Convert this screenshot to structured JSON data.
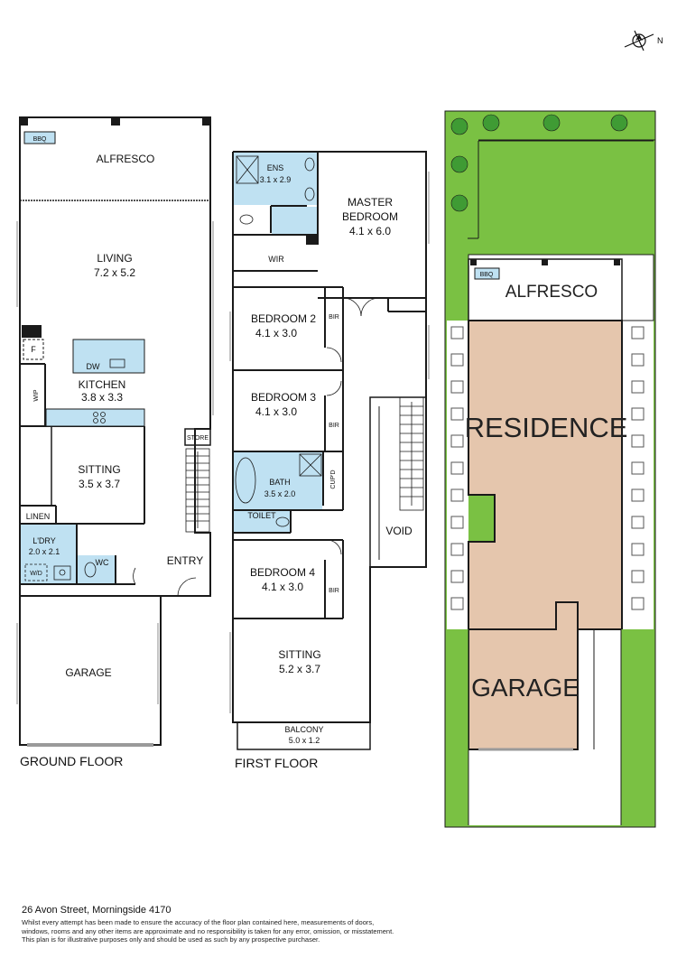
{
  "compass": {
    "label": "N",
    "icon": "north-arrow-icon"
  },
  "ground_floor": {
    "caption": "GROUND FLOOR",
    "bbq": "BBQ",
    "rooms": {
      "alfresco": {
        "name": "ALFRESCO"
      },
      "living": {
        "name": "LIVING",
        "dims": "7.2 x 5.2"
      },
      "fridge": {
        "name": "F"
      },
      "dishwasher": {
        "name": "DW"
      },
      "kitchen": {
        "name": "KITCHEN",
        "dims": "3.8 x 3.3"
      },
      "wip": {
        "name": "WIP"
      },
      "store": {
        "name": "STORE"
      },
      "sitting": {
        "name": "SITTING",
        "dims": "3.5 x 3.7"
      },
      "linen": {
        "name": "LINEN"
      },
      "laundry": {
        "name": "L'DRY",
        "dims": "2.0 x 2.1"
      },
      "washer_dryer": {
        "name": "W/D"
      },
      "wc": {
        "name": "WC"
      },
      "entry": {
        "name": "ENTRY"
      },
      "garage": {
        "name": "GARAGE"
      }
    }
  },
  "first_floor": {
    "caption": "FIRST FLOOR",
    "rooms": {
      "ensuite": {
        "name": "ENS",
        "dims": "3.1 x 2.9"
      },
      "master": {
        "name1": "MASTER",
        "name2": "BEDROOM",
        "dims": "4.1 x 6.0"
      },
      "wir": {
        "name": "WIR"
      },
      "bedroom2": {
        "name": "BEDROOM 2",
        "dims": "4.1 x 3.0"
      },
      "bedroom3": {
        "name": "BEDROOM 3",
        "dims": "4.1 x 3.0"
      },
      "bedroom4": {
        "name": "BEDROOM 4",
        "dims": "4.1 x 3.0"
      },
      "bir": {
        "name": "BIR"
      },
      "bath": {
        "name": "BATH",
        "dims": "3.5 x 2.0"
      },
      "cupd": {
        "name": "CUP'D"
      },
      "toilet": {
        "name": "TOILET"
      },
      "void": {
        "name": "VOID"
      },
      "sitting": {
        "name": "SITTING",
        "dims": "5.2 x 3.7"
      },
      "balcony": {
        "name": "BALCONY",
        "dims": "5.0 x 1.2"
      }
    }
  },
  "site_plan": {
    "bbq": "BBQ",
    "alfresco": "ALFRESCO",
    "residence": "RESIDENCE",
    "garage": "GARAGE",
    "colors": {
      "lawn": "#7ac143",
      "building": "#e5c6ad",
      "tree": "#3f9b34",
      "outline": "#1a1a1a"
    }
  },
  "colors": {
    "wet_area": "#bfe1f2",
    "wall": "#1a1a1a"
  },
  "footer": {
    "address": "26 Avon Street, Morningside 4170",
    "disclaimer_1": "Whilst every attempt has been made to ensure the accuracy of the floor plan contained here, measurements of doors,",
    "disclaimer_2": "windows, rooms and any other items are approximate and no responsibility is taken for any error, omission, or misstatement.",
    "disclaimer_3": "This plan is for illustrative purposes only and should be used as such by any prospective purchaser."
  }
}
